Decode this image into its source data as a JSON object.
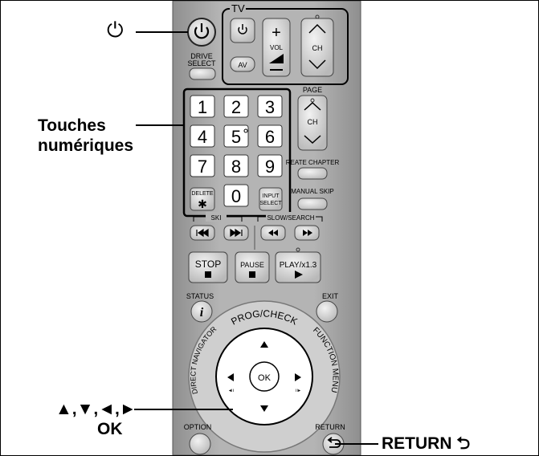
{
  "callouts": {
    "power": "⏻",
    "numeric_line1": "Touches",
    "numeric_line2": "numériques",
    "arrows": "▲,▼,◄,►",
    "ok": "OK",
    "return": "RETURN ⮌"
  },
  "remote": {
    "tv_group": "TV",
    "drive_select_line1": "DRIVE",
    "drive_select_line2": "SELECT",
    "vol": "VOL",
    "ch": "CH",
    "av": "AV",
    "page": "PAGE",
    "numbers": [
      "1",
      "2",
      "3",
      "4",
      "5",
      "6",
      "7",
      "8",
      "9",
      "0"
    ],
    "create_chapter": "REATE CHAPTER",
    "delete": "DELETE",
    "input_select_line1": "INPUT",
    "input_select_line2": "SELECT",
    "manual_skip": "MANUAL SKIP",
    "skip": "SKI",
    "slow_search": "SLOW/SEARCH",
    "stop": "STOP",
    "pause": "PAUSE",
    "play": "PLAY/x1.3",
    "status": "STATUS",
    "status_icon": "i",
    "exit": "EXIT",
    "prog_check": "PROG/CHECK",
    "direct_navigator": "DIRECT NAVIGATOR",
    "function_menu": "FUNCTION MENU",
    "ok_center": "OK",
    "option": "OPTION",
    "return_label": "RETURN",
    "plus": "+",
    "minus": "−",
    "asterisk": "✱"
  },
  "colors": {
    "body": "#a8a8a8",
    "button": "#d6d6d6",
    "key_face": "#ffffff",
    "outline": "#000000"
  }
}
